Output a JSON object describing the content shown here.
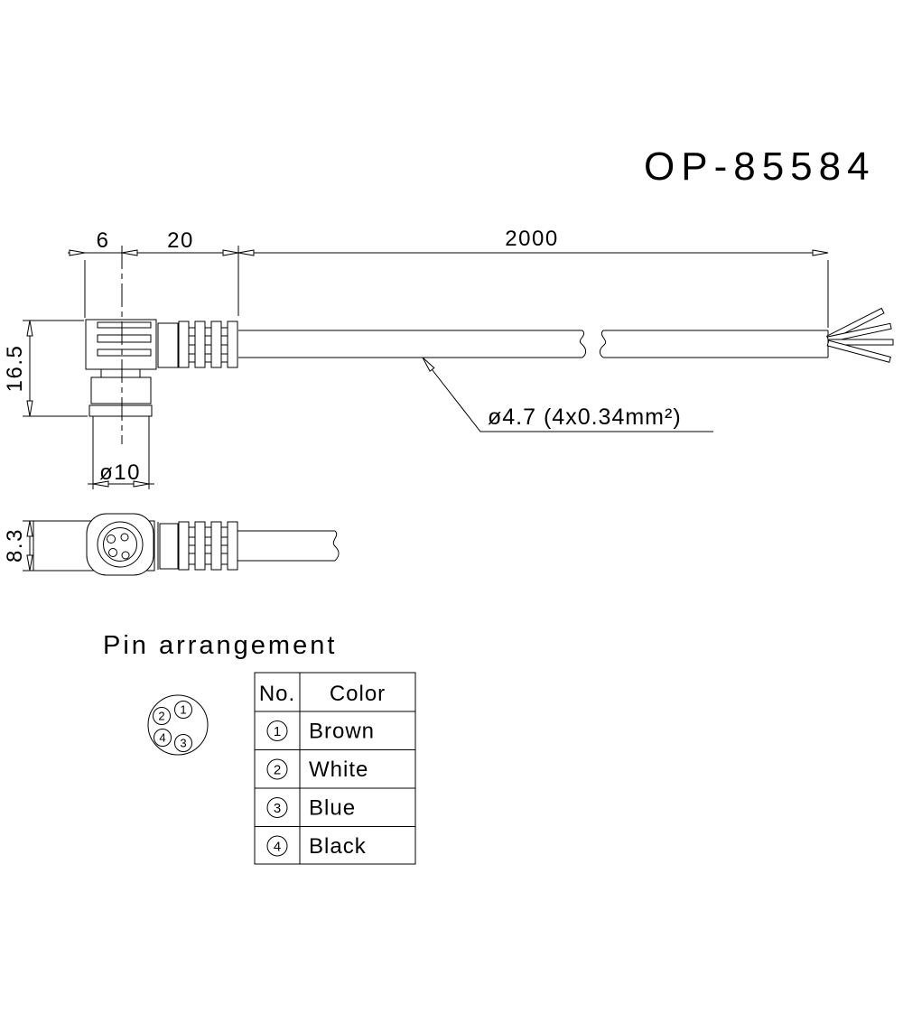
{
  "title": "OP-85584",
  "colors": {
    "line": "#000000",
    "background": "#ffffff"
  },
  "dimensions": {
    "connector_width": "6",
    "boot_length": "20",
    "cable_length": "2000",
    "connector_height": "16.5",
    "barrel_diameter": "ø10",
    "side_height": "8.3",
    "cable_spec": "ø4.7 (4x0.34mm²)"
  },
  "pin_section": {
    "heading": "Pin arrangement"
  },
  "pin_diagram": {
    "pins": [
      {
        "number": "1"
      },
      {
        "number": "2"
      },
      {
        "number": "3"
      },
      {
        "number": "4"
      }
    ]
  },
  "pin_table": {
    "headers": {
      "no": "No.",
      "color": "Color"
    },
    "rows": [
      {
        "no": "1",
        "color": "Brown"
      },
      {
        "no": "2",
        "color": "White"
      },
      {
        "no": "3",
        "color": "Blue"
      },
      {
        "no": "4",
        "color": "Black"
      }
    ]
  }
}
